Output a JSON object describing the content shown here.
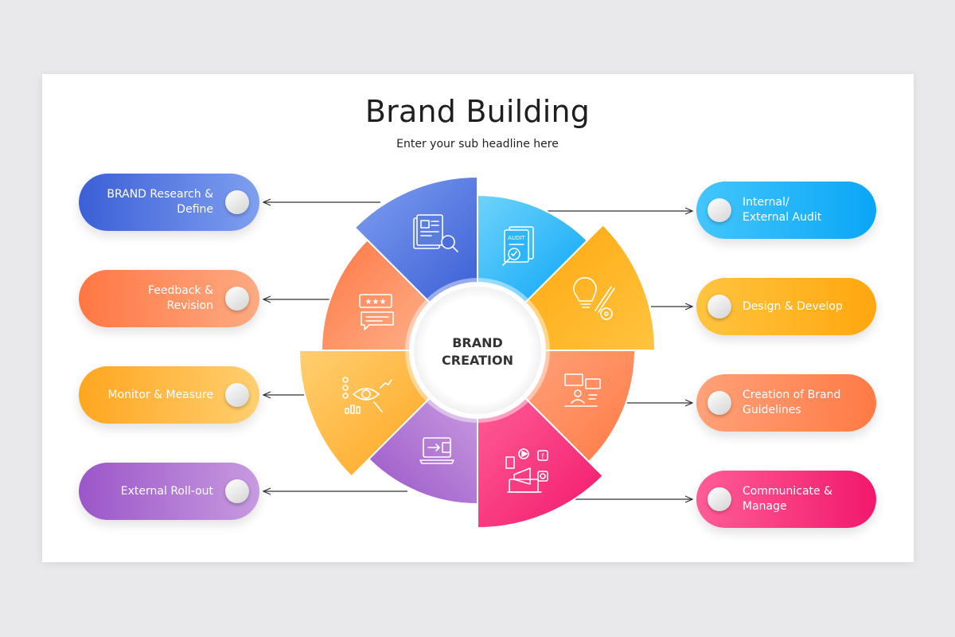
{
  "title": "Brand Building",
  "subtitle": "Enter your sub headline here",
  "center": {
    "line1": "BRAND",
    "line2": "CREATION"
  },
  "left_steps": [
    {
      "line1": "BRAND Research &",
      "line2": "Define",
      "color": "#3b5fd6",
      "icon": "document-search-icon"
    },
    {
      "line1": "Feedback &",
      "line2": "Revision",
      "color": "#ff7743",
      "icon": "rating-feedback-icon"
    },
    {
      "line1": "Monitor & Measure",
      "line2": "",
      "color": "#ffa620",
      "icon": "eye-analytics-icon"
    },
    {
      "line1": "External Roll-out",
      "line2": "",
      "color": "#9b56c8",
      "icon": "laptop-export-icon"
    }
  ],
  "right_steps": [
    {
      "line1": "Internal/",
      "line2": "External Audit",
      "color": "#0aa6f7",
      "icon": "audit-document-icon"
    },
    {
      "line1": "Design & Develop",
      "line2": "",
      "color": "#ffa70f",
      "icon": "idea-design-icon"
    },
    {
      "line1": "Creation of Brand",
      "line2": "Guidelines",
      "color": "#ff7a45",
      "icon": "guidelines-presentation-icon"
    },
    {
      "line1": "Communicate &",
      "line2": "Manage",
      "color": "#f2186c",
      "icon": "social-marketing-icon"
    }
  ]
}
